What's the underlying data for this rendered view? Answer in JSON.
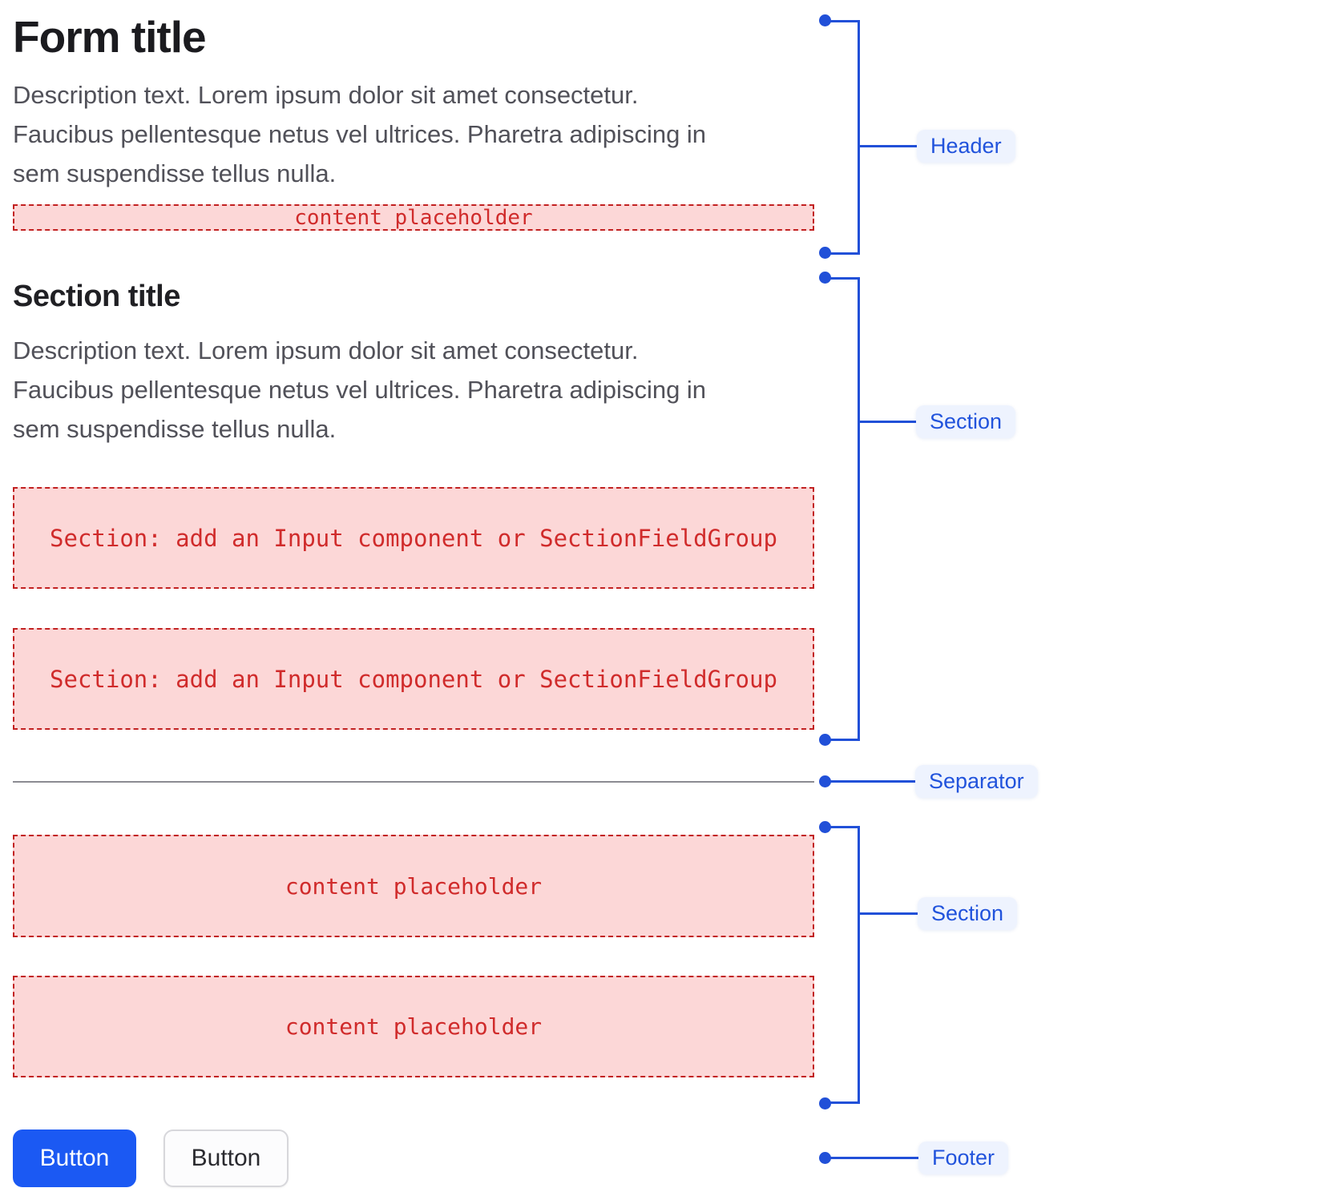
{
  "header": {
    "title": "Form title",
    "description": "Description text. Lorem ipsum dolor sit amet consectetur.\nFaucibus pellentesque netus vel ultrices. Pharetra adipiscing in\nsem suspendisse tellus nulla.",
    "placeholder": "content placeholder"
  },
  "section": {
    "title": "Section title",
    "description": "Description text. Lorem ipsum dolor sit amet consectetur.\nFaucibus pellentesque netus vel ultrices. Pharetra adipiscing in\nsem suspendisse tellus nulla.",
    "slots": [
      "Section: add an Input component or SectionFieldGroup",
      "Section: add an Input component or SectionFieldGroup"
    ]
  },
  "lower_section": {
    "slots": [
      "content placeholder",
      "content placeholder"
    ]
  },
  "footer": {
    "buttons": [
      {
        "label": "Button",
        "variant": "primary"
      },
      {
        "label": "Button",
        "variant": "secondary"
      }
    ]
  },
  "annotations": [
    {
      "label": "Header"
    },
    {
      "label": "Section"
    },
    {
      "label": "Separator"
    },
    {
      "label": "Section"
    },
    {
      "label": "Footer"
    }
  ],
  "colors": {
    "accent": "#2150d8",
    "annotation_bg": "#eef3fe",
    "annotation_text": "#2153dc",
    "placeholder_bg": "#fcd7d7",
    "placeholder_border": "#c22121",
    "placeholder_red": "#d02b2b",
    "primary_button_bg": "#1b59f3",
    "separator": "#8b8b92"
  }
}
